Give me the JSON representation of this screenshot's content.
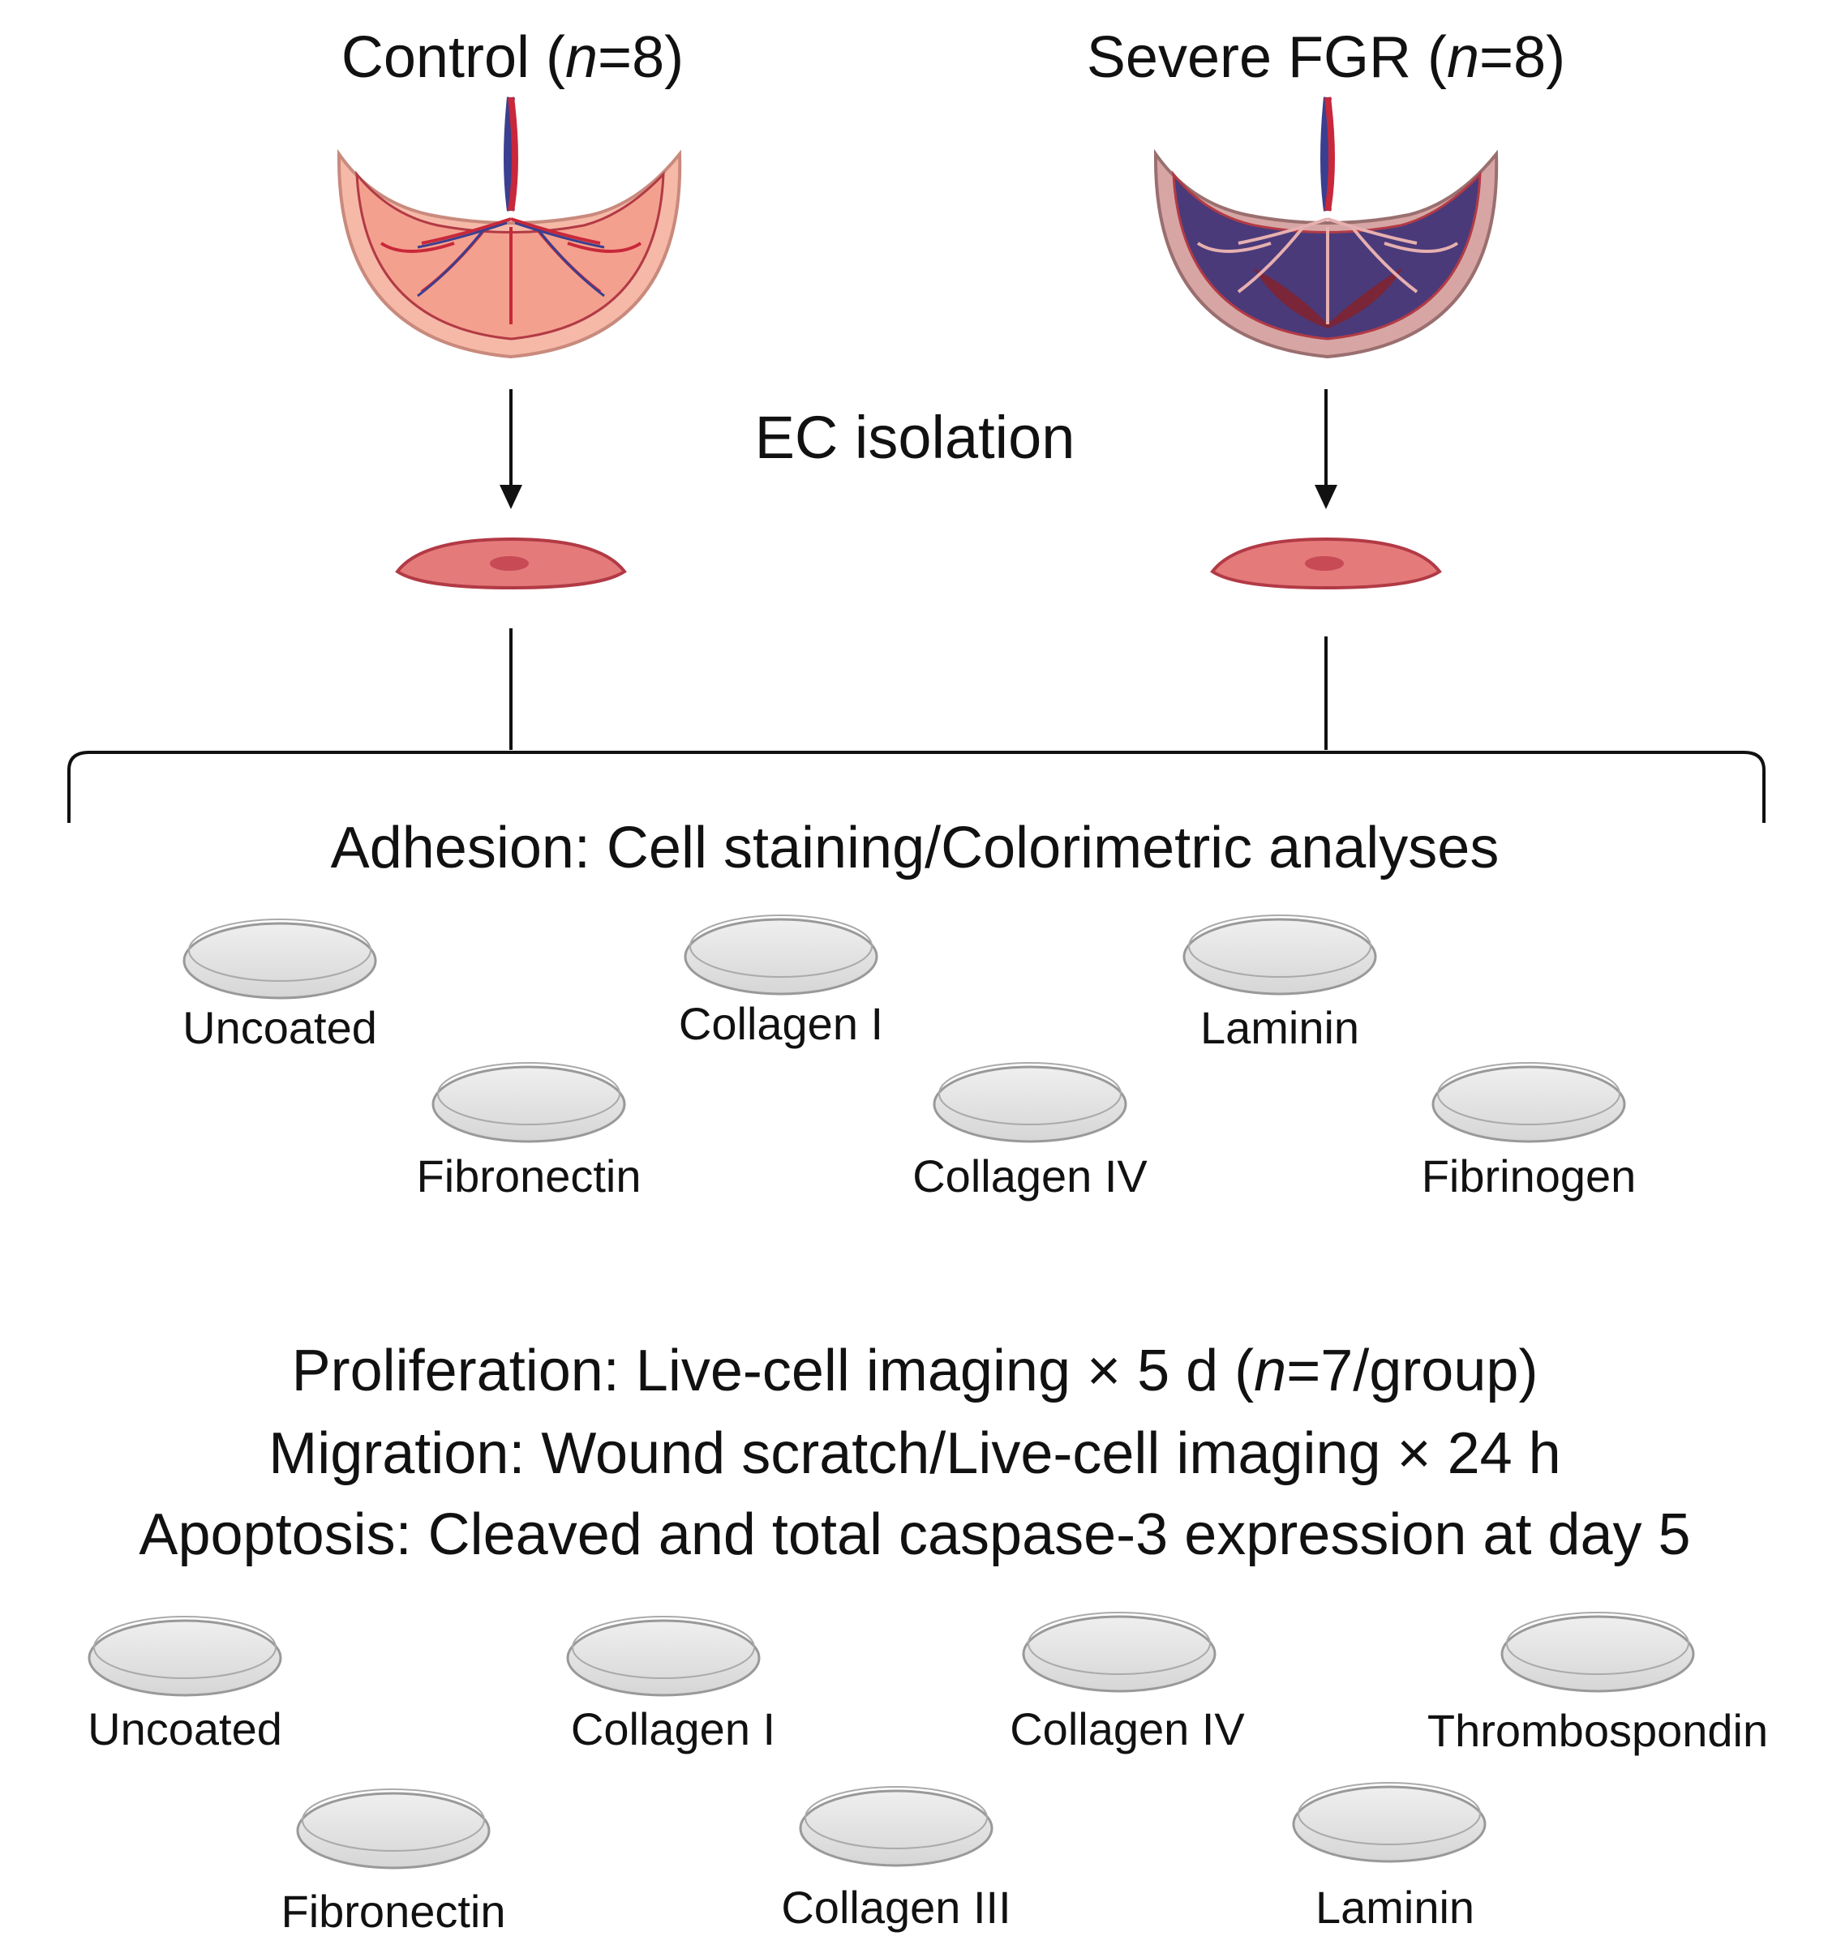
{
  "groups": {
    "control": {
      "label": "Control (",
      "n_italic": "n",
      "n_value": "=8)"
    },
    "fgr": {
      "label": "Severe FGR (",
      "n_italic": "n",
      "n_value": "=8)"
    }
  },
  "step_label": "EC isolation",
  "adhesion": {
    "title": "Adhesion: Cell staining/Colorimetric analyses",
    "dishes": [
      "Uncoated",
      "Collagen I",
      "Laminin",
      "Fibronectin",
      "Collagen IV",
      "Fibrinogen"
    ]
  },
  "assays": {
    "proliferation_prefix": "Proliferation: Live-cell imaging × 5 d (",
    "proliferation_italic": "n",
    "proliferation_suffix": "=7/group)",
    "migration": "Migration: Wound scratch/Live-cell imaging × 24 h",
    "apoptosis": "Apoptosis: Cleaved and total caspase-3 expression at day 5",
    "dishes": [
      "Uncoated",
      "Collagen I",
      "Collagen IV",
      "Thrombospondin",
      "Fibronectin",
      "Collagen III",
      "Laminin"
    ]
  },
  "colors": {
    "control_placenta": "#f4a08e",
    "fgr_placenta": "#b07c86",
    "fgr_dark": "#4a3a7a",
    "vessel_red": "#c8283a",
    "vessel_blue": "#3a3f8f",
    "cell_fill": "#e47a7a",
    "dish_fill": "#e2e2e2"
  }
}
